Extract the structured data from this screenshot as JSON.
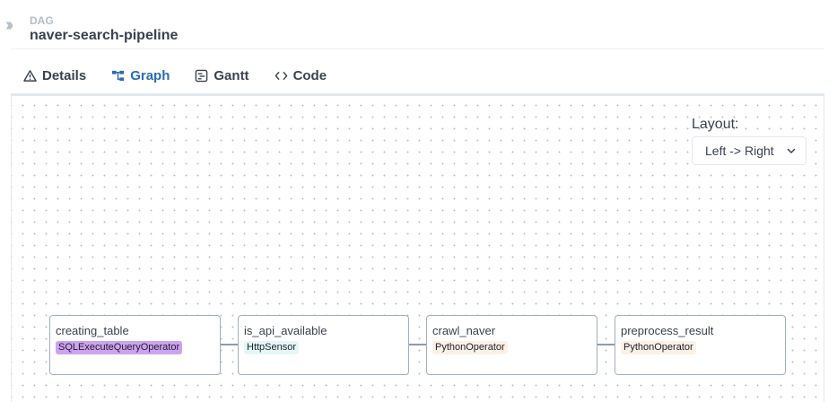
{
  "header": {
    "dag_label": "DAG",
    "dag_title": "naver-search-pipeline"
  },
  "tabs": [
    {
      "label": "Details",
      "icon": "warning-triangle-icon",
      "active": false
    },
    {
      "label": "Graph",
      "icon": "graph-icon",
      "active": true
    },
    {
      "label": "Gantt",
      "icon": "gantt-icon",
      "active": false
    },
    {
      "label": "Code",
      "icon": "code-icon",
      "active": false
    }
  ],
  "layout": {
    "label": "Layout:",
    "selected": "Left -> Right"
  },
  "nodes": [
    {
      "id": "creating_table",
      "operator": "SQLExecuteQueryOperator",
      "operator_color": "#cfa2ee"
    },
    {
      "id": "is_api_available",
      "operator": "HttpSensor",
      "operator_color": "#e4f7f7"
    },
    {
      "id": "crawl_naver",
      "operator": "PythonOperator",
      "operator_color": "#fdf1e6"
    },
    {
      "id": "preprocess_result",
      "operator": "PythonOperator",
      "operator_color": "#fdf1e6"
    }
  ],
  "colors": {
    "accent": "#2b6cb0",
    "node_border": "#a0aec0"
  }
}
